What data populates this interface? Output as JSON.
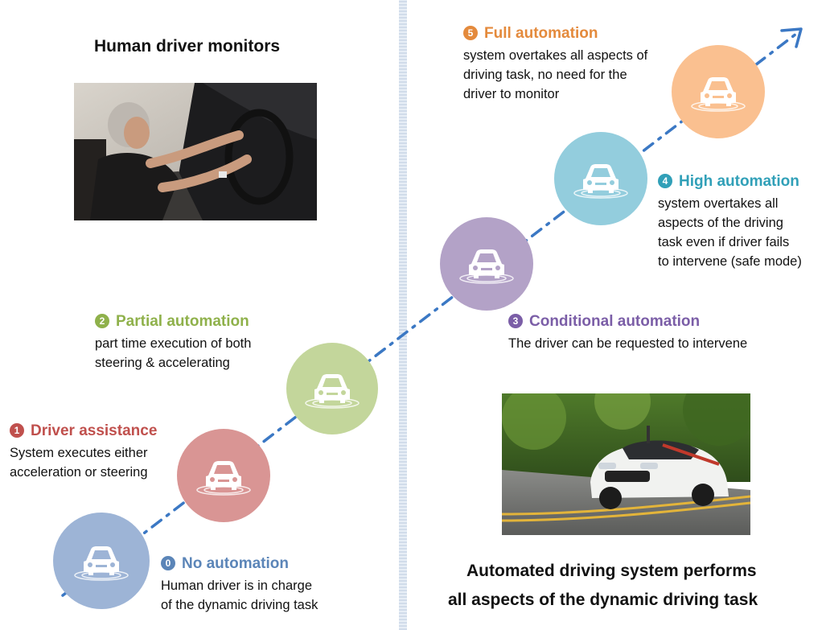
{
  "headings": {
    "human_monitors": "Human driver monitors",
    "system_performs_line1": "Automated driving system performs",
    "system_performs_line2": "all aspects of the dynamic driving task"
  },
  "levels": [
    {
      "number": "0",
      "title": "No automation",
      "color": "#5b85b8",
      "circle_color": "#9db4d6",
      "desc_lines": [
        "Human driver is in charge",
        "of the dynamic driving task"
      ]
    },
    {
      "number": "1",
      "title": "Driver assistance",
      "color": "#c0504d",
      "circle_color": "#d99594",
      "desc_lines": [
        "System executes either",
        "acceleration or steering"
      ]
    },
    {
      "number": "2",
      "title": "Partial automation",
      "color": "#8fb14b",
      "circle_color": "#c3d69b",
      "desc_lines": [
        "part time execution of both",
        "steering & accelerating"
      ]
    },
    {
      "number": "3",
      "title": "Conditional automation",
      "color": "#7b5ea7",
      "circle_color": "#b3a2c7",
      "desc_lines": [
        "The driver can be requested to intervene"
      ]
    },
    {
      "number": "4",
      "title": "High automation",
      "color": "#31a0b8",
      "circle_color": "#93cddd",
      "desc_lines": [
        "system overtakes all",
        "aspects of the driving",
        "task even if driver fails",
        "to intervene (safe mode)"
      ]
    },
    {
      "number": "5",
      "title": "Full automation",
      "color": "#e48a3c",
      "circle_color": "#fac090",
      "desc_lines": [
        "system overtakes all aspects of",
        "driving task, no need for the",
        "driver to monitor"
      ]
    }
  ],
  "arrow_color": "#3b78c4",
  "icons": {
    "car": "car-icon",
    "human_photo": "woman-driving-convertible-photo",
    "auto_photo": "autonomous-white-car-photo"
  }
}
